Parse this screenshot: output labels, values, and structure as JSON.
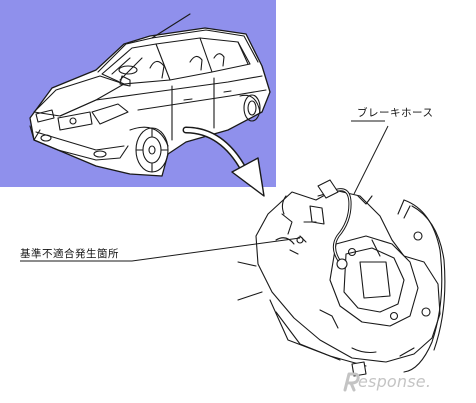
{
  "colors": {
    "background_panel": "#8f90ec",
    "line_art": "#1a1a1a",
    "page": "#ffffff",
    "watermark": "#c8c8c8"
  },
  "labels": {
    "brake_hose": "ブレーキホース",
    "nonconformity_site": "基準不適合発生箇所"
  },
  "watermark": {
    "brand": "esponse."
  },
  "icons": {
    "car": "hatchback-car-illustration",
    "brake": "brake-caliper-illustration",
    "arrow": "curved-arrow-icon",
    "logo": "response-logo-icon"
  }
}
